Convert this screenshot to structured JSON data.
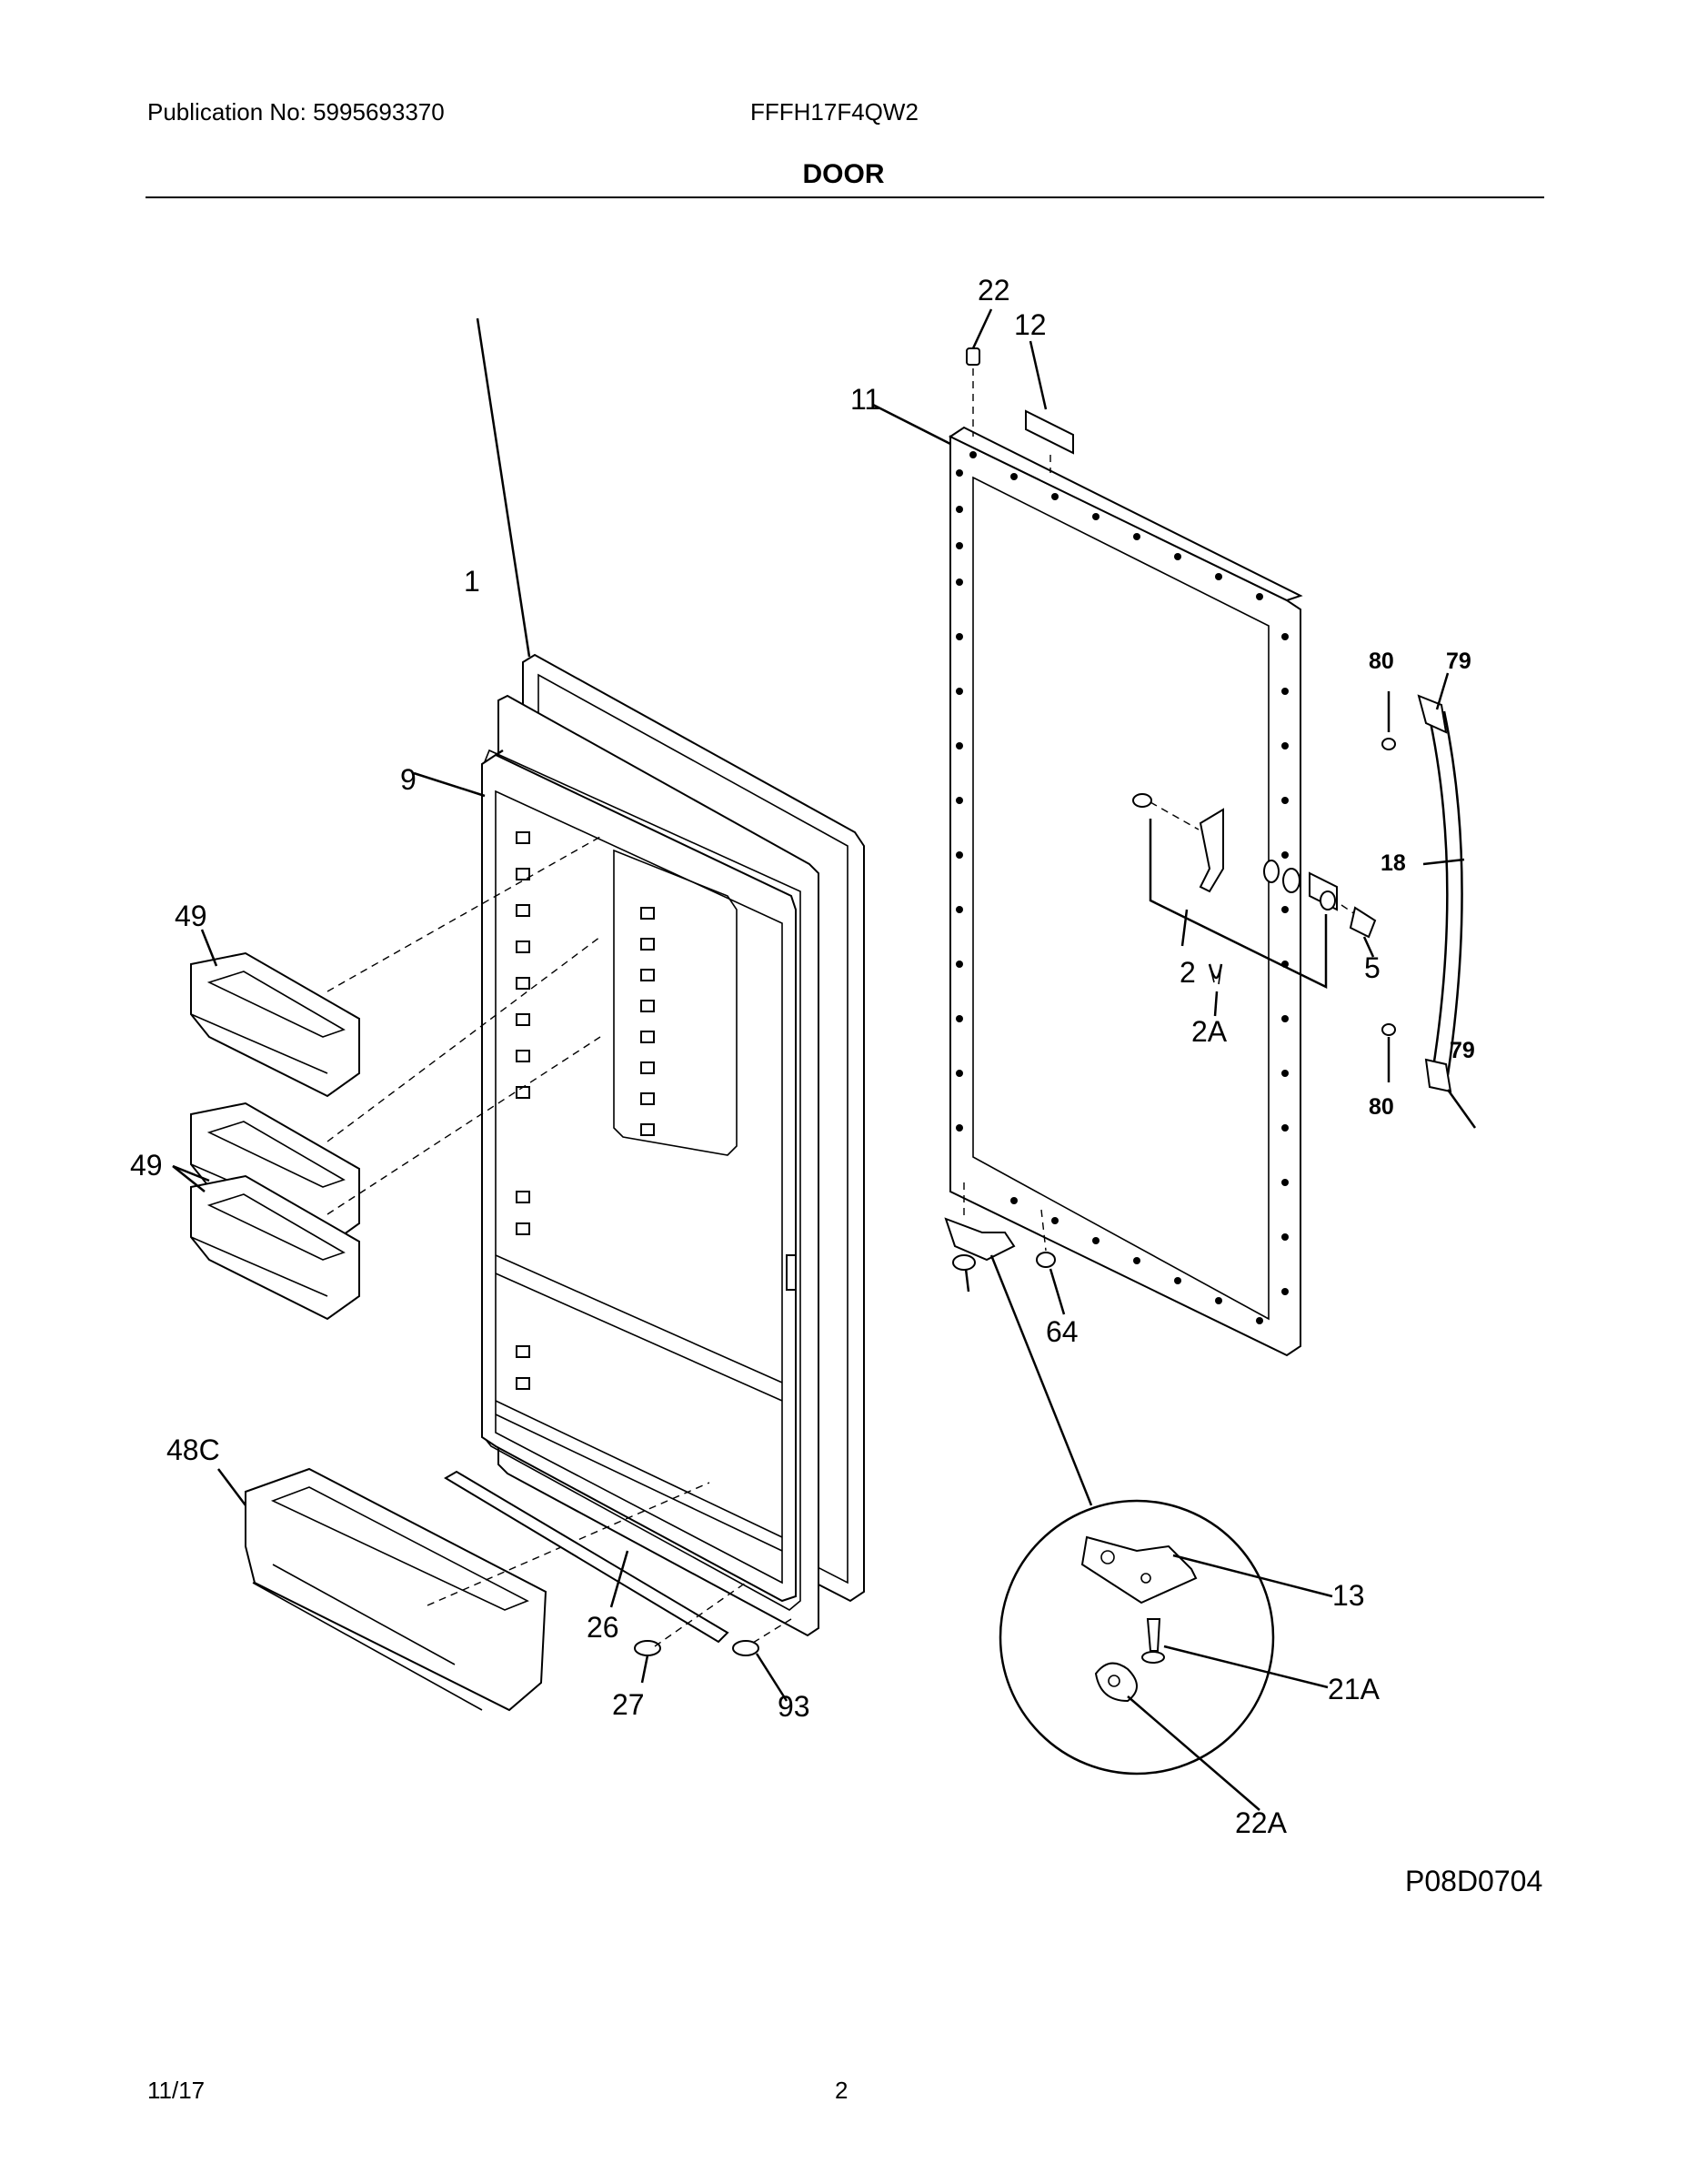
{
  "header": {
    "publication": "Publication No: 5995693370",
    "model": "FFFH17F4QW2",
    "section_title": "DOOR"
  },
  "callouts": {
    "c1": "1",
    "c2": "2",
    "c2A": "2A",
    "c5": "5",
    "c9": "9",
    "c11": "11",
    "c12": "12",
    "c13": "13",
    "c18": "18",
    "c21A": "21A",
    "c22": "22",
    "c22A": "22A",
    "c26": "26",
    "c27": "27",
    "c48C": "48C",
    "c49a": "49",
    "c49b": "49",
    "c64": "64",
    "c79a": "79",
    "c79b": "79",
    "c80a": "80",
    "c80b": "80",
    "c93": "93"
  },
  "diagram_code": "P08D0704",
  "footer": {
    "date": "11/17",
    "page": "2"
  }
}
